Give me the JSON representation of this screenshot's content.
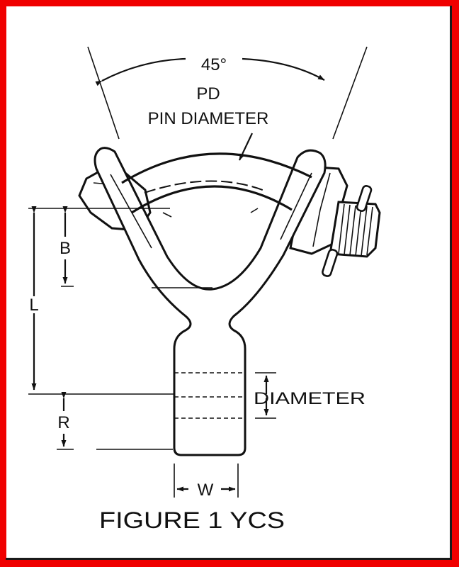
{
  "figure": {
    "caption": "FIGURE 1 YCS",
    "labels": {
      "angle": "45°",
      "pd": "PD",
      "pin_diameter": "PIN DIAMETER",
      "b": "B",
      "l": "L",
      "r": "R",
      "w": "W",
      "diameter": "DIAMETER"
    }
  },
  "colors": {
    "frame": "#f00000",
    "ink": "#111111",
    "background": "#ffffff"
  }
}
